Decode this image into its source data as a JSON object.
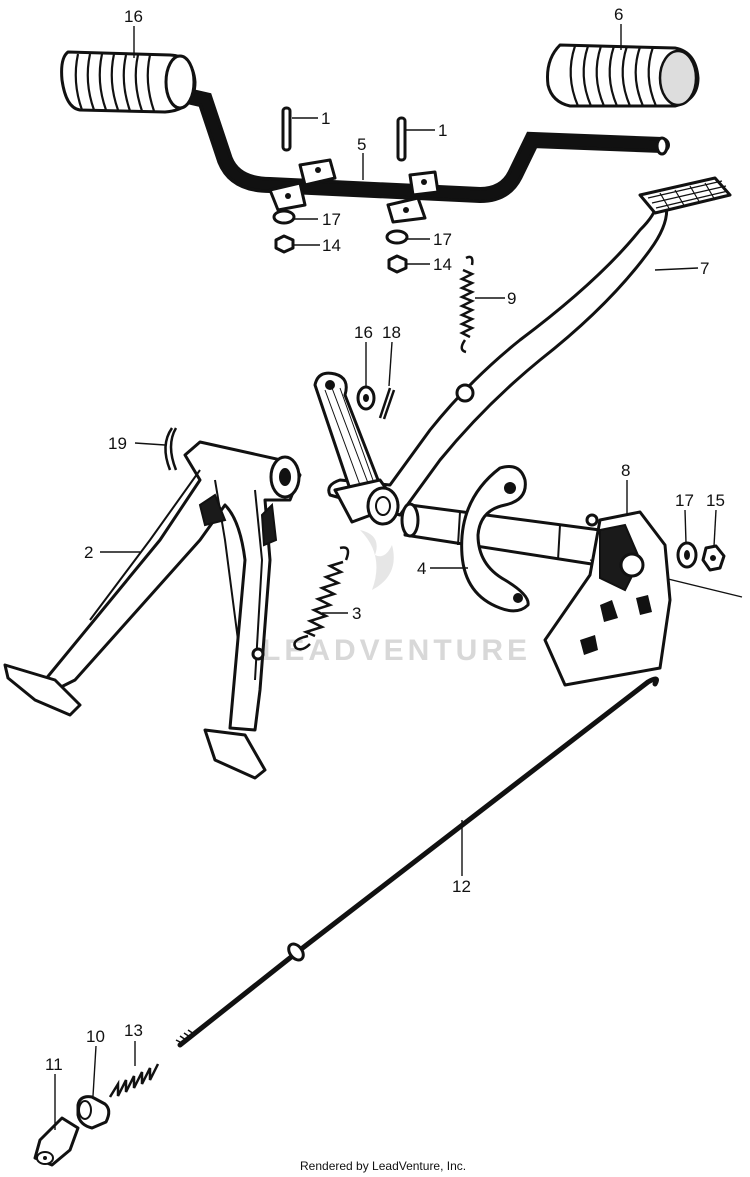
{
  "callouts": {
    "c1a": "1",
    "c1b": "1",
    "c2": "2",
    "c3": "3",
    "c4": "4",
    "c5": "5",
    "c6": "6",
    "c7": "7",
    "c8": "8",
    "c9": "9",
    "c10": "10",
    "c11": "11",
    "c12": "12",
    "c13": "13",
    "c14a": "14",
    "c14b": "14",
    "c15": "15",
    "c16a": "16",
    "c16b": "16",
    "c17a": "17",
    "c17b": "17",
    "c17c": "17",
    "c18": "18",
    "c19": "19"
  },
  "watermark": "LEADVENTURE",
  "footer": "Rendered by LeadVenture, Inc."
}
